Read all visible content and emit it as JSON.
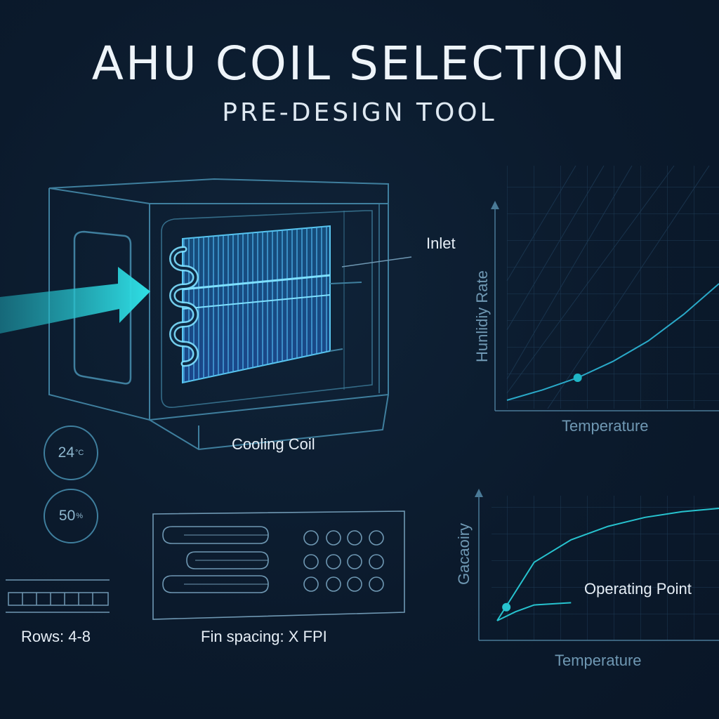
{
  "header": {
    "title": "AHU COIL SELECTION",
    "subtitle": "PRE-DESIGN TOOL"
  },
  "unit_diagram": {
    "inlet_label": "Inlet",
    "coil_label": "Cooling Coil"
  },
  "readouts": {
    "temperature": {
      "value": "24",
      "unit": "°C"
    },
    "humidity": {
      "value": "50",
      "unit": "%"
    }
  },
  "details": {
    "rows_label": "Rows: 4-8",
    "fin_spacing_label": "Fin spacing: X FPI"
  },
  "charts": {
    "psychro": {
      "ylabel": "Hunlidiy Rate",
      "xlabel": "Temperature"
    },
    "capacity": {
      "ylabel": "Gacaoiry",
      "xlabel": "Temperature",
      "annotation": "Operating Point"
    }
  },
  "colors": {
    "background": "#0b1a2c",
    "line": "#3f7f9e",
    "accent": "#27c3cf",
    "coil": "#2f8fe0"
  },
  "chart_data": [
    {
      "type": "line",
      "title": "",
      "xlabel": "Temperature",
      "ylabel": "Hunlidiy Rate",
      "grid": true,
      "series": [
        {
          "x": [
            0,
            1,
            2,
            3,
            4,
            5,
            6
          ],
          "y": [
            0.0,
            0.5,
            1.1,
            1.9,
            2.9,
            4.2,
            5.7
          ]
        }
      ],
      "markers": [
        {
          "x": 2,
          "y": 1.1
        }
      ]
    },
    {
      "type": "line",
      "title": "",
      "xlabel": "Temperature",
      "ylabel": "Gacaoiry",
      "grid": true,
      "series": [
        {
          "x": [
            0,
            1,
            2,
            3,
            4,
            5,
            6
          ],
          "y": [
            0.0,
            2.6,
            3.6,
            4.2,
            4.6,
            4.85,
            5.0
          ]
        },
        {
          "x": [
            0,
            0.5,
            1,
            2
          ],
          "y": [
            0.0,
            0.4,
            0.7,
            0.8
          ]
        }
      ],
      "markers": [
        {
          "x": 0.25,
          "y": 0.6
        }
      ],
      "annotations": [
        "Operating Point"
      ]
    }
  ]
}
